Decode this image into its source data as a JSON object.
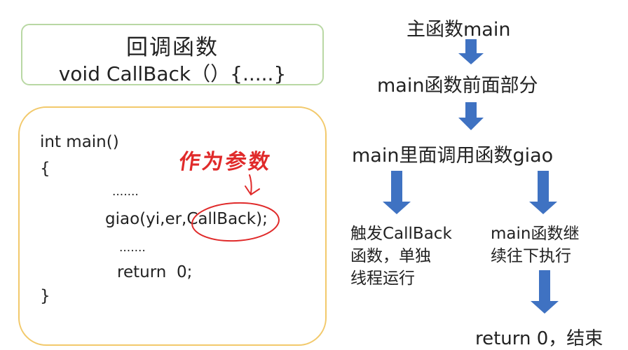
{
  "callback_box": {
    "title": "回调函数",
    "signature": "void  CallBack（）{.....}"
  },
  "code_box": {
    "lines": [
      "int main()",
      "{",
      ".......",
      "giao(yi,er,CallBack);",
      ".......",
      "return  0;",
      "}"
    ],
    "annotation": "作为参数"
  },
  "flow": {
    "step1": "主函数main",
    "step2": "main函数前面部分",
    "step3": "main里面调用函数giao",
    "branch_left": "触发CallBack\n函数，单独\n线程运行",
    "branch_right": "main函数继\n续往下执行",
    "end": "return 0，结束"
  },
  "colors": {
    "arrow": "#3f72c2",
    "annotation": "#e02a2a",
    "green_border": "#b9d8a4",
    "orange_border": "#f2c96b"
  }
}
